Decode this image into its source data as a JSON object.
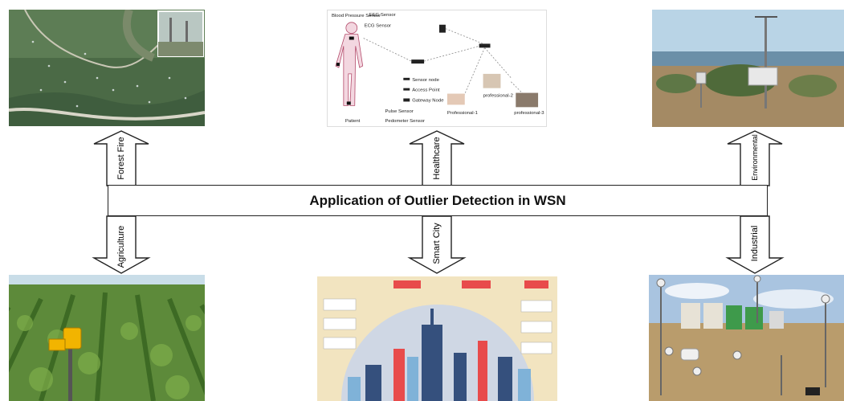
{
  "title": "Application of Outlier Detection in WSN",
  "applications": {
    "forest_fire": "Forest Fire",
    "healthcare": "Healthcare",
    "environmental": "Environmental",
    "agriculture": "Agriculture",
    "smart_city": "Smart City",
    "industrial": "Industrial"
  },
  "healthcare_diagram": {
    "blood_pressure": "Blood Pressure Sensor",
    "eeg": "EEG Sensor",
    "ecg": "ECG Sensor",
    "sensor_node": "Sensor node",
    "access_point": "Access Point",
    "gateway_node": "Gateway Node",
    "pulse": "Pulse Sensor",
    "patient": "Patient",
    "pedometer": "Pedometer Sensor",
    "professional1": "Professional-1",
    "professional2": "professional-2",
    "professional3": "professional-3"
  },
  "colors": {
    "arrow_stroke": "#222222",
    "arrow_fill": "#ffffff"
  }
}
